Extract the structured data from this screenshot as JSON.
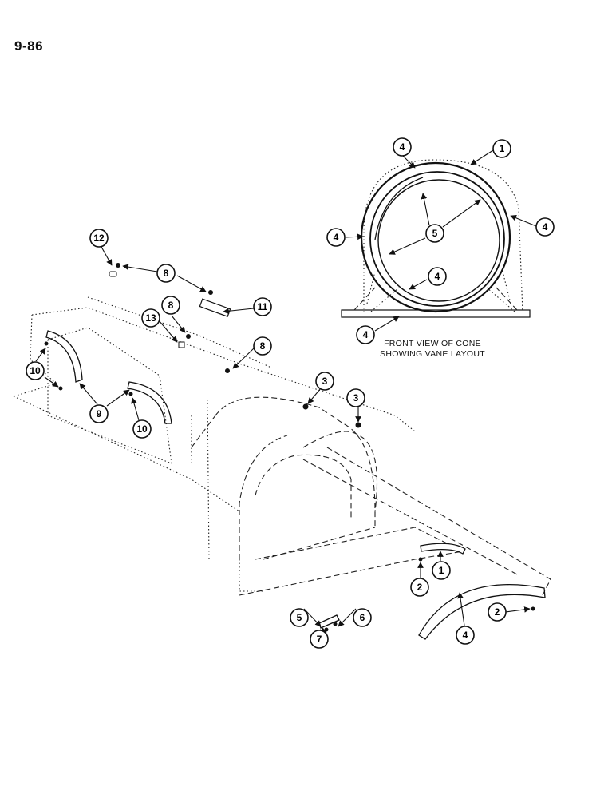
{
  "page": {
    "number": "9-86"
  },
  "caption": {
    "line1": "FRONT VIEW OF CONE",
    "line2": "SHOWING VANE LAYOUT"
  },
  "callouts": {
    "front_view": [
      "4",
      "1",
      "4",
      "4",
      "5",
      "4",
      "4"
    ],
    "main": [
      "12",
      "8",
      "8",
      "13",
      "11",
      "8",
      "10",
      "9",
      "10",
      "3",
      "3",
      "1",
      "2",
      "2",
      "4",
      "5",
      "7",
      "6"
    ]
  },
  "icons": [
    "arrow-head-icon",
    "bolt-icon",
    "nut-icon"
  ]
}
